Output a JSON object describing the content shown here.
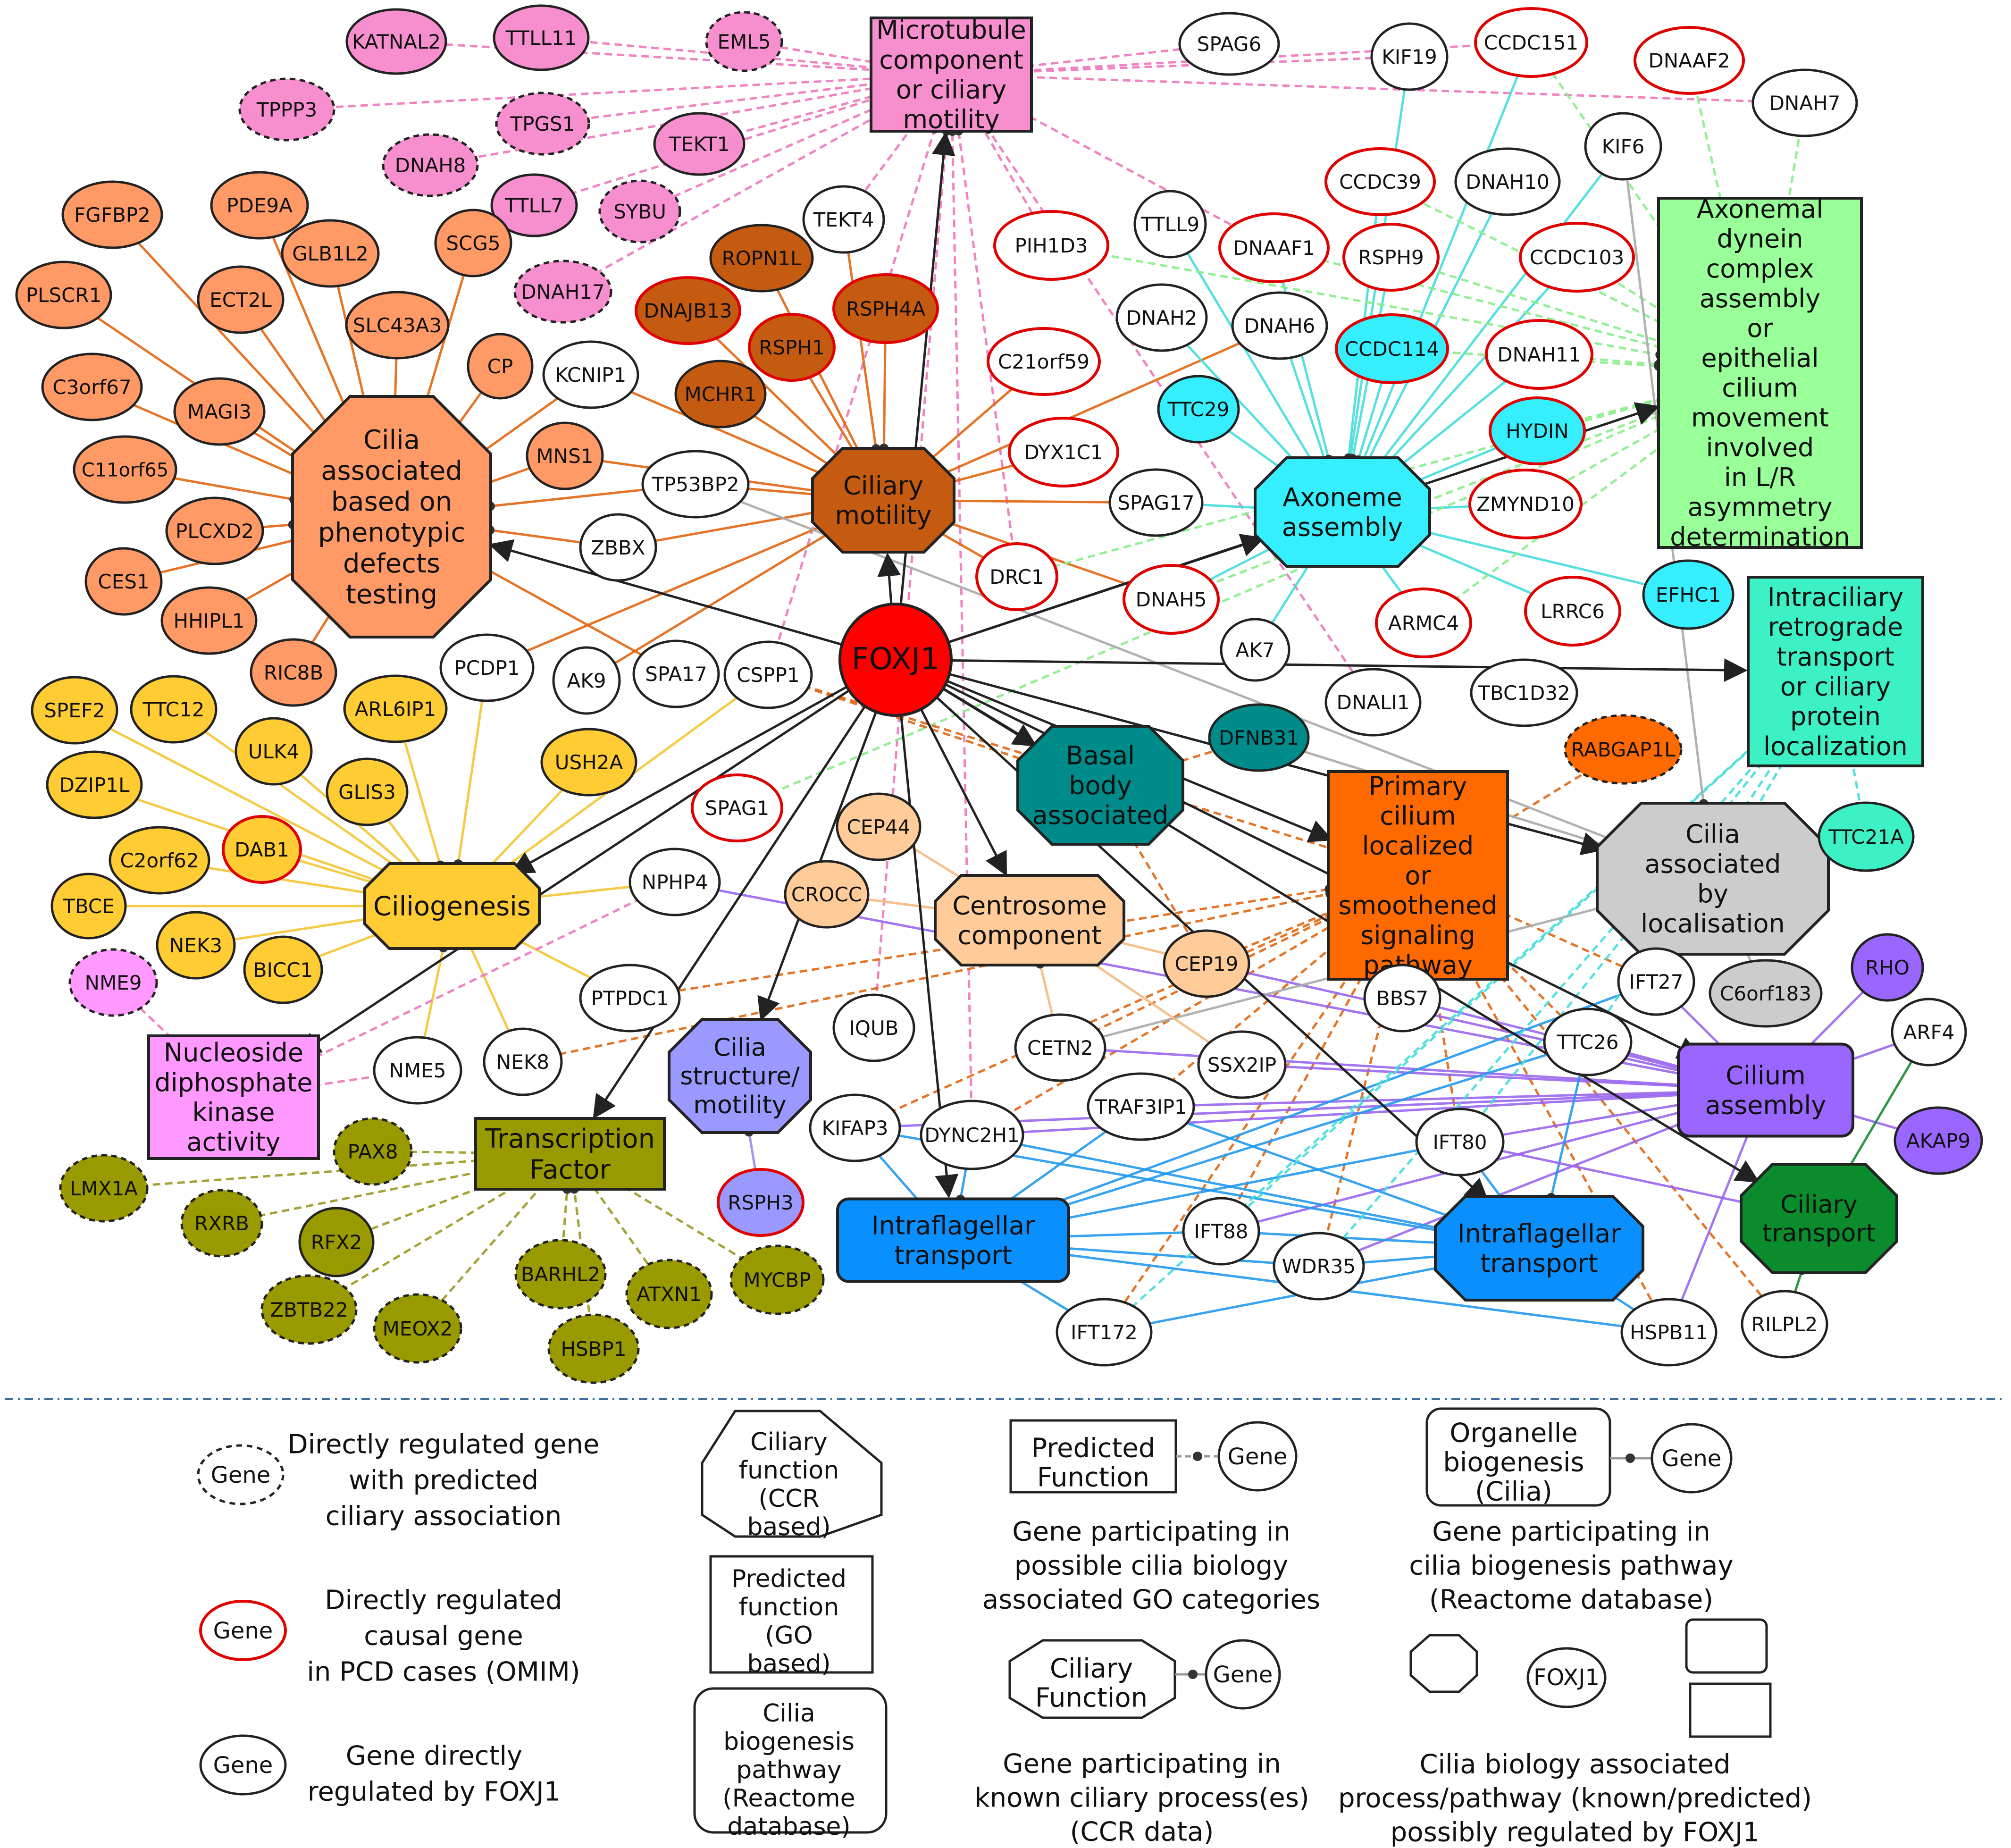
{
  "colors": {
    "microtubule": "#f78fcf",
    "ciliary_motility": "#c55a11",
    "axoneme": "#35efff",
    "axonemal_dynein": "#99ff99",
    "intraciliary": "#3cf1c4",
    "basal_body": "#008b8b",
    "primary_cilium": "#ff6a00",
    "cilia_localisation": "#cccccc",
    "cilium_assembly": "#9966ff",
    "ciliary_transport": "#0a8c2d",
    "ift": "#0a8fff",
    "centrosome": "#ffcc99",
    "cilia_structure": "#9999ff",
    "transcription": "#999900",
    "nucleoside": "#ff99ff",
    "ciliogenesis": "#ffcc33",
    "phenotypic": "#ff9966",
    "foxj1": "#ff0000",
    "pcd_border": "#e00000",
    "edge_pink": "#ee77bb",
    "edge_cyan": "#44dddd",
    "edge_green": "#88ee88",
    "edge_orange": "#e2650f",
    "edge_purple": "#9966ee",
    "edge_blue": "#2299ee",
    "edge_gray": "#aaaaaa",
    "edge_olive": "#999922"
  },
  "hubs": [
    {
      "id": "micro",
      "text": "Microtubule\ncomponent\nor ciliary\nmotility",
      "shape": "rect",
      "color": "microtubule"
    },
    {
      "id": "motility",
      "text": "Ciliary\nmotility",
      "shape": "oct",
      "color": "ciliary_motility"
    },
    {
      "id": "axoneme",
      "text": "Axoneme\nassembly",
      "shape": "oct",
      "color": "axoneme"
    },
    {
      "id": "dynein",
      "text": "Axonemal\ndynein\ncomplex\nassembly\nor\nepithelial\ncilium\nmovement\ninvolved\nin L/R\nasymmetry\ndetermination",
      "shape": "rect",
      "color": "axonemal_dynein"
    },
    {
      "id": "intracil",
      "text": "Intraciliary\nretrograde\ntransport\nor ciliary\nprotein\nlocalization",
      "shape": "rect",
      "color": "intraciliary"
    },
    {
      "id": "phenotypic",
      "text": "Cilia\nassociated\nbased on\nphenotypic\ndefects\ntesting",
      "shape": "oct",
      "color": "phenotypic"
    },
    {
      "id": "basal",
      "text": "Basal\nbody\nassociated",
      "shape": "oct",
      "color": "basal_body"
    },
    {
      "id": "primary",
      "text": "Primary\ncilium\nlocalized\nor\nsmoothened\nsignaling\npathway",
      "shape": "rect",
      "color": "primary_cilium"
    },
    {
      "id": "localisation",
      "text": "Cilia\nassociated\nby\nlocalisation",
      "shape": "oct",
      "color": "cilia_localisation"
    },
    {
      "id": "ciliogenesis",
      "text": "Ciliogenesis",
      "shape": "oct",
      "color": "ciliogenesis"
    },
    {
      "id": "centrosome",
      "text": "Centrosome\ncomponent",
      "shape": "oct",
      "color": "centrosome"
    },
    {
      "id": "structure",
      "text": "Cilia\nstructure/\nmotility",
      "shape": "oct",
      "color": "cilia_structure"
    },
    {
      "id": "nucleoside",
      "text": "Nucleoside\ndiphosphate\nkinase\nactivity",
      "shape": "rect",
      "color": "nucleoside"
    },
    {
      "id": "tf",
      "text": "Transcription\nFactor",
      "shape": "rect",
      "color": "transcription"
    },
    {
      "id": "assembly",
      "text": "Cilium\nassembly",
      "shape": "rrect",
      "color": "cilium_assembly"
    },
    {
      "id": "transport",
      "text": "Ciliary\ntransport",
      "shape": "oct",
      "color": "ciliary_transport"
    },
    {
      "id": "ift1",
      "text": "Intraflagellar\ntransport",
      "shape": "rrect",
      "color": "ift"
    },
    {
      "id": "ift2",
      "text": "Intraflagellar\ntransport",
      "shape": "oct",
      "color": "ift"
    }
  ],
  "foxj1": "FOXJ1",
  "genes": [
    {
      "name": "KATNAL2",
      "fill": "microtubule",
      "border": "solid"
    },
    {
      "name": "TTLL11",
      "fill": "microtubule",
      "border": "solid"
    },
    {
      "name": "EML5",
      "fill": "microtubule",
      "border": "dashed"
    },
    {
      "name": "TPPP3",
      "fill": "microtubule",
      "border": "dashed"
    },
    {
      "name": "TPGS1",
      "fill": "microtubule",
      "border": "dashed"
    },
    {
      "name": "TEKT1",
      "fill": "microtubule",
      "border": "solid"
    },
    {
      "name": "DNAH8",
      "fill": "microtubule",
      "border": "dashed"
    },
    {
      "name": "TTLL7",
      "fill": "microtubule",
      "border": "solid"
    },
    {
      "name": "SYBU",
      "fill": "microtubule",
      "border": "dashed"
    },
    {
      "name": "DNAH17",
      "fill": "microtubule",
      "border": "dashed"
    },
    {
      "name": "SPAG6",
      "fill": "white",
      "border": "solid"
    },
    {
      "name": "KIF19",
      "fill": "white",
      "border": "solid"
    },
    {
      "name": "CCDC151",
      "fill": "white",
      "border": "pcd"
    },
    {
      "name": "DNAAF2",
      "fill": "white",
      "border": "pcd"
    },
    {
      "name": "DNAH7",
      "fill": "white",
      "border": "solid"
    },
    {
      "name": "KIF6",
      "fill": "white",
      "border": "solid"
    },
    {
      "name": "CCDC39",
      "fill": "white",
      "border": "pcd"
    },
    {
      "name": "DNAH10",
      "fill": "white",
      "border": "solid"
    },
    {
      "name": "TEKT4",
      "fill": "white",
      "border": "solid"
    },
    {
      "name": "PIH1D3",
      "fill": "white",
      "border": "pcd"
    },
    {
      "name": "TTLL9",
      "fill": "white",
      "border": "solid"
    },
    {
      "name": "DNAAF1",
      "fill": "white",
      "border": "pcd"
    },
    {
      "name": "RSPH9",
      "fill": "white",
      "border": "pcd"
    },
    {
      "name": "CCDC103",
      "fill": "white",
      "border": "pcd"
    },
    {
      "name": "ROPN1L",
      "fill": "ciliary_motility",
      "border": "solid"
    },
    {
      "name": "DNAJB13",
      "fill": "ciliary_motility",
      "border": "pcd"
    },
    {
      "name": "RSPH4A",
      "fill": "ciliary_motility",
      "border": "pcd"
    },
    {
      "name": "RSPH1",
      "fill": "ciliary_motility",
      "border": "pcd"
    },
    {
      "name": "MCHR1",
      "fill": "ciliary_motility",
      "border": "solid"
    },
    {
      "name": "C21orf59",
      "fill": "white",
      "border": "pcd"
    },
    {
      "name": "DNAH2",
      "fill": "white",
      "border": "solid"
    },
    {
      "name": "DNAH6",
      "fill": "white",
      "border": "solid"
    },
    {
      "name": "CCDC114",
      "fill": "axoneme",
      "border": "pcd"
    },
    {
      "name": "DNAH11",
      "fill": "white",
      "border": "pcd"
    },
    {
      "name": "TTC29",
      "fill": "axoneme",
      "border": "solid"
    },
    {
      "name": "HYDIN",
      "fill": "axoneme",
      "border": "pcd"
    },
    {
      "name": "DYX1C1",
      "fill": "white",
      "border": "pcd"
    },
    {
      "name": "SPAG17",
      "fill": "white",
      "border": "solid"
    },
    {
      "name": "ZMYND10",
      "fill": "white",
      "border": "pcd"
    },
    {
      "name": "DRC1",
      "fill": "white",
      "border": "pcd"
    },
    {
      "name": "DNAH5",
      "fill": "white",
      "border": "pcd"
    },
    {
      "name": "ARMC4",
      "fill": "white",
      "border": "pcd"
    },
    {
      "name": "LRRC6",
      "fill": "white",
      "border": "pcd"
    },
    {
      "name": "EFHC1",
      "fill": "axoneme",
      "border": "solid"
    },
    {
      "name": "AK7",
      "fill": "white",
      "border": "solid"
    },
    {
      "name": "DNALI1",
      "fill": "white",
      "border": "solid"
    },
    {
      "name": "TBC1D32",
      "fill": "white",
      "border": "solid"
    },
    {
      "name": "FGFBP2",
      "fill": "phenotypic",
      "border": "solid"
    },
    {
      "name": "PDE9A",
      "fill": "phenotypic",
      "border": "solid"
    },
    {
      "name": "GLB1L2",
      "fill": "phenotypic",
      "border": "solid"
    },
    {
      "name": "PLSCR1",
      "fill": "phenotypic",
      "border": "solid"
    },
    {
      "name": "ECT2L",
      "fill": "phenotypic",
      "border": "solid"
    },
    {
      "name": "SCG5",
      "fill": "phenotypic",
      "border": "solid"
    },
    {
      "name": "SLC43A3",
      "fill": "phenotypic",
      "border": "solid"
    },
    {
      "name": "C3orf67",
      "fill": "phenotypic",
      "border": "solid"
    },
    {
      "name": "MAGI3",
      "fill": "phenotypic",
      "border": "solid"
    },
    {
      "name": "CP",
      "fill": "phenotypic",
      "border": "solid"
    },
    {
      "name": "KCNIP1",
      "fill": "white",
      "border": "solid"
    },
    {
      "name": "C11orf65",
      "fill": "phenotypic",
      "border": "solid"
    },
    {
      "name": "MNS1",
      "fill": "phenotypic",
      "border": "solid"
    },
    {
      "name": "TP53BP2",
      "fill": "white",
      "border": "solid"
    },
    {
      "name": "PLCXD2",
      "fill": "phenotypic",
      "border": "solid"
    },
    {
      "name": "ZBBX",
      "fill": "white",
      "border": "solid"
    },
    {
      "name": "CES1",
      "fill": "phenotypic",
      "border": "solid"
    },
    {
      "name": "HHIPL1",
      "fill": "phenotypic",
      "border": "solid"
    },
    {
      "name": "RIC8B",
      "fill": "phenotypic",
      "border": "solid"
    },
    {
      "name": "PCDP1",
      "fill": "white",
      "border": "solid"
    },
    {
      "name": "AK9",
      "fill": "white",
      "border": "solid"
    },
    {
      "name": "SPA17",
      "fill": "white",
      "border": "solid"
    },
    {
      "name": "CSPP1",
      "fill": "white",
      "border": "solid"
    },
    {
      "name": "DFNB31",
      "fill": "basal_body",
      "border": "solid"
    },
    {
      "name": "RABGAP1L",
      "fill": "primary_cilium",
      "border": "dashed"
    },
    {
      "name": "TTC21A",
      "fill": "intraciliary",
      "border": "solid"
    },
    {
      "name": "SPEF2",
      "fill": "ciliogenesis",
      "border": "solid"
    },
    {
      "name": "TTC12",
      "fill": "ciliogenesis",
      "border": "solid"
    },
    {
      "name": "ARL6IP1",
      "fill": "ciliogenesis",
      "border": "solid"
    },
    {
      "name": "ULK4",
      "fill": "ciliogenesis",
      "border": "solid"
    },
    {
      "name": "DZIP1L",
      "fill": "ciliogenesis",
      "border": "solid"
    },
    {
      "name": "GLIS3",
      "fill": "ciliogenesis",
      "border": "solid"
    },
    {
      "name": "USH2A",
      "fill": "ciliogenesis",
      "border": "solid"
    },
    {
      "name": "SPAG1",
      "fill": "white",
      "border": "pcd"
    },
    {
      "name": "C2orf62",
      "fill": "ciliogenesis",
      "border": "solid"
    },
    {
      "name": "DAB1",
      "fill": "ciliogenesis",
      "border": "pcd"
    },
    {
      "name": "CEP44",
      "fill": "centrosome",
      "border": "solid"
    },
    {
      "name": "TBCE",
      "fill": "ciliogenesis",
      "border": "solid"
    },
    {
      "name": "NEK3",
      "fill": "ciliogenesis",
      "border": "solid"
    },
    {
      "name": "BICC1",
      "fill": "ciliogenesis",
      "border": "solid"
    },
    {
      "name": "NPHP4",
      "fill": "white",
      "border": "solid"
    },
    {
      "name": "CROCC",
      "fill": "centrosome",
      "border": "solid"
    },
    {
      "name": "NME9",
      "fill": "nucleoside",
      "border": "dashed"
    },
    {
      "name": "PTPDC1",
      "fill": "white",
      "border": "solid"
    },
    {
      "name": "CEP19",
      "fill": "centrosome",
      "border": "solid"
    },
    {
      "name": "IFT27",
      "fill": "white",
      "border": "solid"
    },
    {
      "name": "RHO",
      "fill": "cilium_assembly",
      "border": "solid"
    },
    {
      "name": "C6orf183",
      "fill": "cilia_localisation",
      "border": "solid"
    },
    {
      "name": "IQUB",
      "fill": "white",
      "border": "solid"
    },
    {
      "name": "BBS7",
      "fill": "white",
      "border": "solid"
    },
    {
      "name": "ARF4",
      "fill": "white",
      "border": "solid"
    },
    {
      "name": "NME5",
      "fill": "white",
      "border": "solid"
    },
    {
      "name": "NEK8",
      "fill": "white",
      "border": "solid"
    },
    {
      "name": "CETN2",
      "fill": "white",
      "border": "solid"
    },
    {
      "name": "SSX2IP",
      "fill": "white",
      "border": "solid"
    },
    {
      "name": "TTC26",
      "fill": "white",
      "border": "solid"
    },
    {
      "name": "TRAF3IP1",
      "fill": "white",
      "border": "solid"
    },
    {
      "name": "KIFAP3",
      "fill": "white",
      "border": "solid"
    },
    {
      "name": "DYNC2H1",
      "fill": "white",
      "border": "solid"
    },
    {
      "name": "IFT80",
      "fill": "white",
      "border": "solid"
    },
    {
      "name": "AKAP9",
      "fill": "cilium_assembly",
      "border": "solid"
    },
    {
      "name": "PAX8",
      "fill": "transcription",
      "border": "dashed"
    },
    {
      "name": "LMX1A",
      "fill": "transcription",
      "border": "dashed"
    },
    {
      "name": "RXRB",
      "fill": "transcription",
      "border": "dashed"
    },
    {
      "name": "RFX2",
      "fill": "transcription",
      "border": "solid"
    },
    {
      "name": "RSPH3",
      "fill": "cilia_structure",
      "border": "pcd"
    },
    {
      "name": "IFT88",
      "fill": "white",
      "border": "solid"
    },
    {
      "name": "WDR35",
      "fill": "white",
      "border": "solid"
    },
    {
      "name": "BARHL2",
      "fill": "transcription",
      "border": "dashed"
    },
    {
      "name": "ATXN1",
      "fill": "transcription",
      "border": "dashed"
    },
    {
      "name": "MYCBP",
      "fill": "transcription",
      "border": "dashed"
    },
    {
      "name": "ZBTB22",
      "fill": "transcription",
      "border": "dashed"
    },
    {
      "name": "MEOX2",
      "fill": "transcription",
      "border": "dashed"
    },
    {
      "name": "HSBP1",
      "fill": "transcription",
      "border": "dashed"
    },
    {
      "name": "IFT172",
      "fill": "white",
      "border": "solid"
    },
    {
      "name": "HSPB11",
      "fill": "white",
      "border": "solid"
    },
    {
      "name": "RILPL2",
      "fill": "white",
      "border": "solid"
    }
  ],
  "legend": {
    "gene": "Gene",
    "dashed_desc": "Directly regulated gene\nwith predicted\nciliary association",
    "pcd_desc": "Directly regulated\ncausal gene\nin PCD cases (OMIM)",
    "direct_desc": "Gene directly\nregulated by FOXJ1",
    "ccr_shape": "Ciliary\nfunction\n(CCR\nbased)",
    "go_shape": "Predicted\nfunction\n(GO\nbased)",
    "reactome_shape": "Cilia\nbiogenesis\npathway\n(Reactome\ndatabase)",
    "pred_func": "Predicted\nFunction",
    "go_desc": "Gene participating in\npossible cilia biology\nassociated GO categories",
    "organelle": "Organelle\nbiogenesis\n(Cilia)",
    "reactome_desc": "Gene participating in\ncilia biogenesis pathway\n(Reactome database)",
    "ciliary_func": "Ciliary\nFunction",
    "ccr_desc": "Gene participating in\nknown ciliary process(es)\n(CCR data)",
    "foxj1": "FOXJ1",
    "foxj1_desc": "Cilia biology associated\nprocess/pathway (known/predicted)\npossibly regulated by FOXJ1"
  }
}
